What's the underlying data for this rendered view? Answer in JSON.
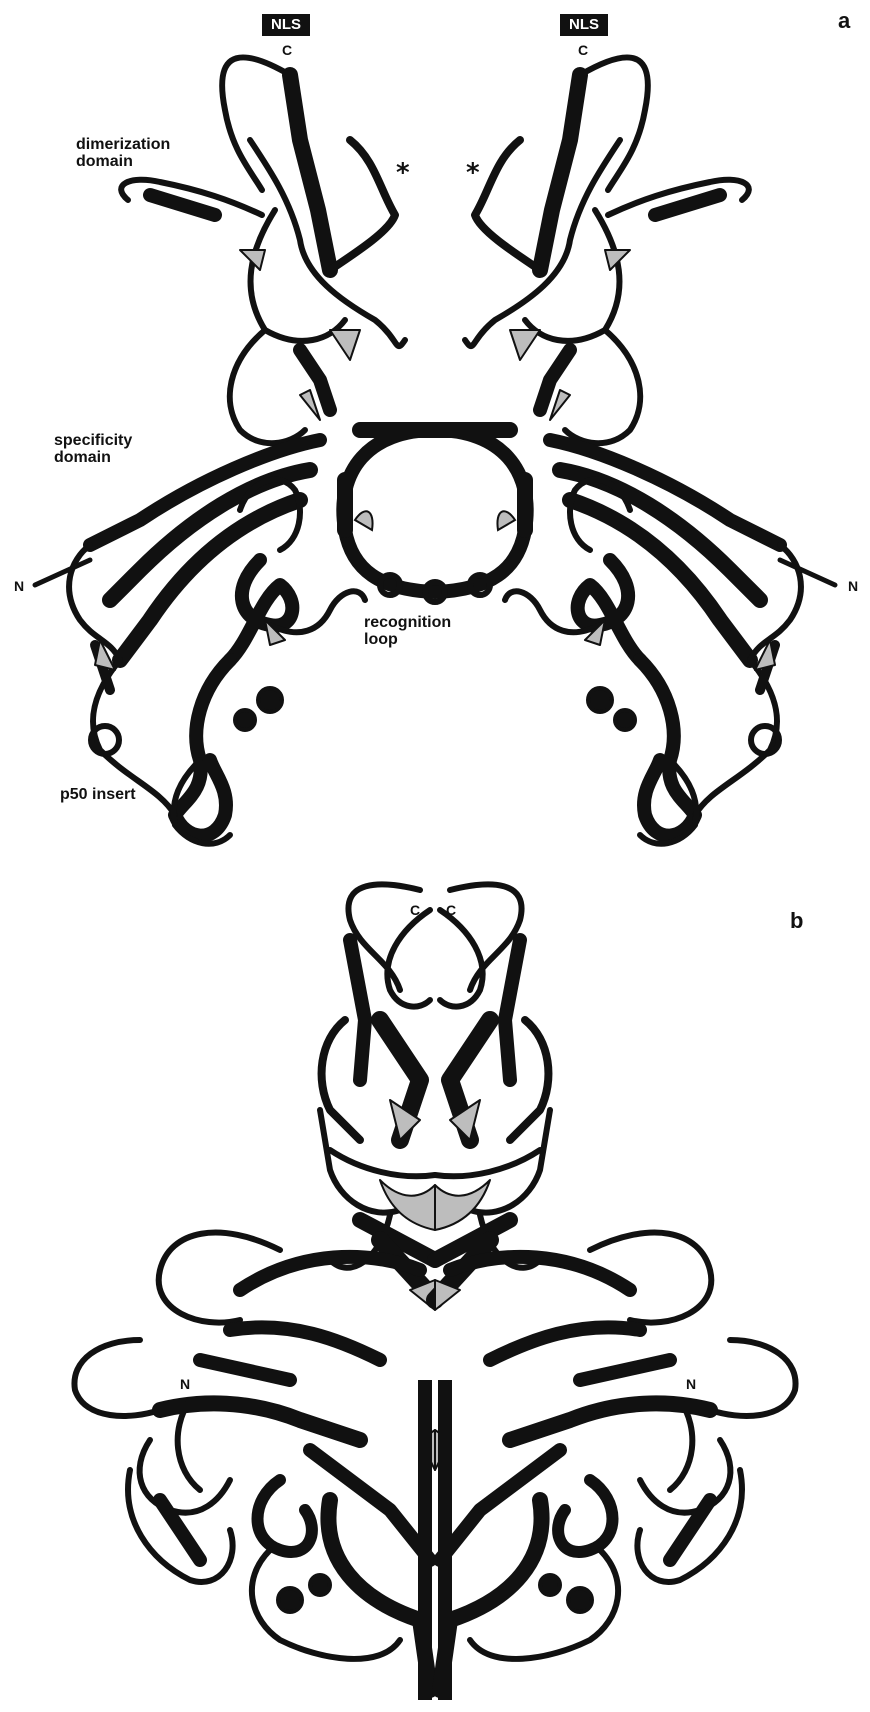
{
  "panels": {
    "a": "a",
    "b": "b"
  },
  "panel_a": {
    "nls_left": "NLS",
    "nls_right": "NLS",
    "c_left": "C",
    "c_right": "C",
    "n_left": "N",
    "n_right": "N",
    "star_left": "*",
    "star_right": "*",
    "dimerization_domain": "dimerization\ndomain",
    "specificity_domain": "specificity\ndomain",
    "recognition_loop": "recognition\nloop",
    "p50_insert": "p50 insert"
  },
  "panel_b": {
    "c_left": "C",
    "c_right": "C",
    "n_left": "N",
    "n_right": "N"
  },
  "colors": {
    "ribbon": "#111111",
    "sheet_fill": "#bdbdbd",
    "background": "#ffffff"
  }
}
